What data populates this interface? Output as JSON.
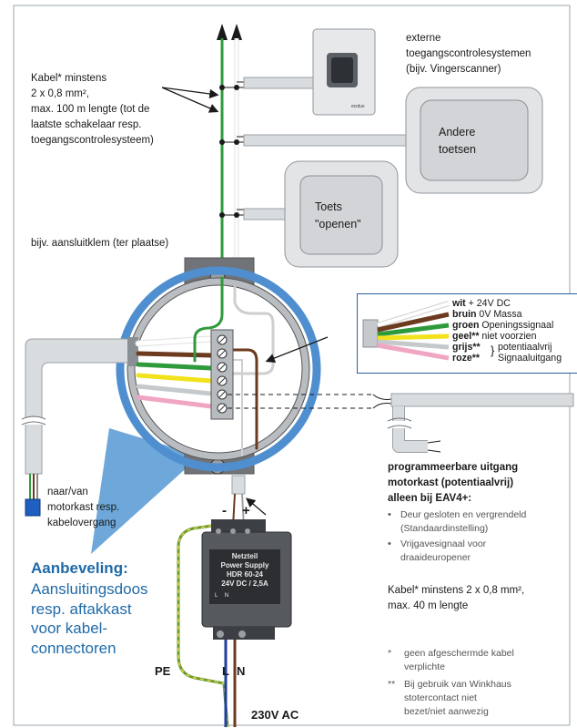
{
  "external_systems_label": [
    "externe",
    "toegangscontrolesystemen",
    "(bijv. Vingerscanner)"
  ],
  "cable_label_top": [
    "Kabel* minstens",
    "2 x 0,8 mm²,",
    "max. 100 m lengte (tot de",
    "laatste schakelaar resp.",
    "toegangscontrolesysteem)"
  ],
  "other_buttons_label": [
    "Andere",
    "toetsen"
  ],
  "open_button_label": [
    "Toets",
    "\"openen\""
  ],
  "terminal_label": "bijv. aansluitklem (ter plaatse)",
  "device_brand": "ecolux",
  "legend": [
    {
      "color": "#ffffff",
      "bold": "wit",
      "rest": " + 24V DC"
    },
    {
      "color": "#6b3a1f",
      "bold": "bruin",
      "rest": " 0V Massa"
    },
    {
      "color": "#2f9a3c",
      "bold": "groen",
      "rest": " Openingssignaal"
    },
    {
      "color": "#f2e21c",
      "bold": "geel**",
      "rest": " niet voorzien"
    },
    {
      "color": "#b9bcbf",
      "bold": "grijs**",
      "rest": ""
    },
    {
      "color": "#f0a6c2",
      "bold": "roze**",
      "rest": ""
    }
  ],
  "legend_brace_text": [
    "potentiaalvrij",
    "Signaaluitgang"
  ],
  "motor_label": [
    "naar/van",
    "motorkast resp.",
    "kabelovergang"
  ],
  "recommendation_title": "Aanbeveling:",
  "recommendation_body": [
    "Aansluitingsdoos",
    "resp. aftakkast",
    "voor kabel-",
    "connectoren"
  ],
  "programmable_title": [
    "programmeerbare uitgang",
    "motorkast (potentiaalvrij)",
    "alleen bij EAV4+:"
  ],
  "programmable_bullets": [
    [
      "Deur gesloten en vergrendeld",
      "(Standaardinstelling)"
    ],
    [
      "Vrijgavesignaal voor",
      "draaideuropener"
    ]
  ],
  "cable_label_bottom": [
    "Kabel* minstens 2 x 0,8 mm²,",
    "max. 40 m lengte"
  ],
  "psu_label": [
    "Netzteil",
    "Power Supply",
    "HDR 60-24",
    "24V DC / 2,5A"
  ],
  "psu_terminal_marks": [
    "L",
    "N"
  ],
  "polarity_minus": "-",
  "polarity_plus": "+",
  "pe_label": "PE",
  "l_label": "L",
  "n_label": "N",
  "mains_label": "230V AC",
  "footnotes": [
    {
      "mark": "*",
      "lines": [
        "geen afgeschermde kabel",
        "verplichte"
      ]
    },
    {
      "mark": "**",
      "lines": [
        "Bij gebruik van Winkhaus",
        "stotercontact niet",
        "bezet/niet aanwezig"
      ]
    }
  ]
}
